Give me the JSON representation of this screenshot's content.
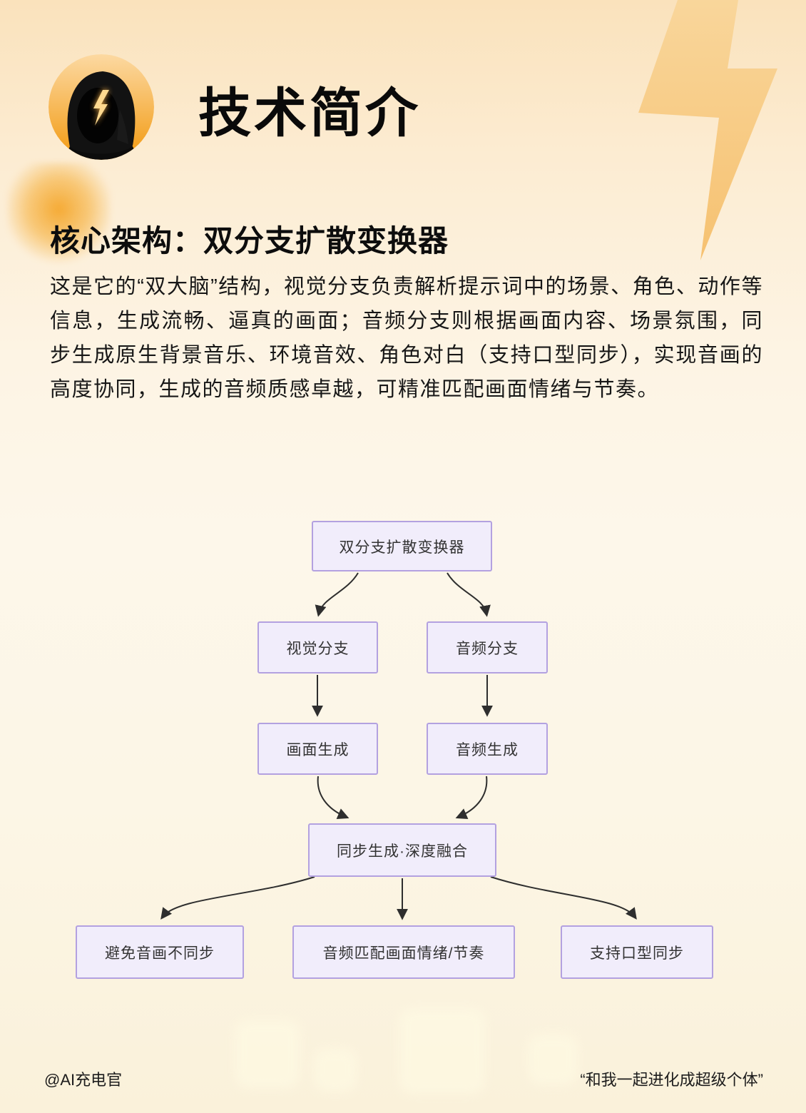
{
  "header": {
    "title": "技术简介",
    "avatar": "hooded-figure-with-lightning-face"
  },
  "section": {
    "heading": "核心架构：双分支扩散变换器",
    "body": "这是它的“双大脑”结构，视觉分支负责解析提示词中的场景、角色、动作等信息，生成流畅、逼真的画面；音频分支则根据画面内容、场景氛围，同步生成原生背景音乐、环境音效、角色对白（支持口型同步），实现音画的高度协同，生成的音频质感卓越，可精准匹配画面情绪与节奏。"
  },
  "diagram": {
    "type": "flowchart",
    "nodes": [
      {
        "id": "root",
        "label": "双分支扩散变换器"
      },
      {
        "id": "visual-branch",
        "label": "视觉分支"
      },
      {
        "id": "audio-branch",
        "label": "音频分支"
      },
      {
        "id": "frame-generation",
        "label": "画面生成"
      },
      {
        "id": "audio-generation",
        "label": "音频生成"
      },
      {
        "id": "sync-fusion",
        "label": "同步生成·深度融合"
      },
      {
        "id": "avoid-av-desync",
        "label": "避免音画不同步"
      },
      {
        "id": "audio-match-emotion",
        "label": "音频匹配画面情绪/节奏"
      },
      {
        "id": "lip-sync",
        "label": "支持口型同步"
      }
    ],
    "edges": [
      [
        "root",
        "visual-branch"
      ],
      [
        "root",
        "audio-branch"
      ],
      [
        "visual-branch",
        "frame-generation"
      ],
      [
        "audio-branch",
        "audio-generation"
      ],
      [
        "frame-generation",
        "sync-fusion"
      ],
      [
        "audio-generation",
        "sync-fusion"
      ],
      [
        "sync-fusion",
        "avoid-av-desync"
      ],
      [
        "sync-fusion",
        "audio-match-emotion"
      ],
      [
        "sync-fusion",
        "lip-sync"
      ]
    ],
    "colors": {
      "node_fill": "#f1edfb",
      "node_border": "#b3a1e0",
      "edge": "#2e2e2e"
    }
  },
  "decor": {
    "lightning_color": "#f7c97e",
    "blob_color": "#f39e18",
    "background_top": "#fae2bc",
    "background_bottom": "#faf1da"
  },
  "footer": {
    "left": "@AI充电官",
    "right": "“和我一起进化成超级个体”"
  }
}
